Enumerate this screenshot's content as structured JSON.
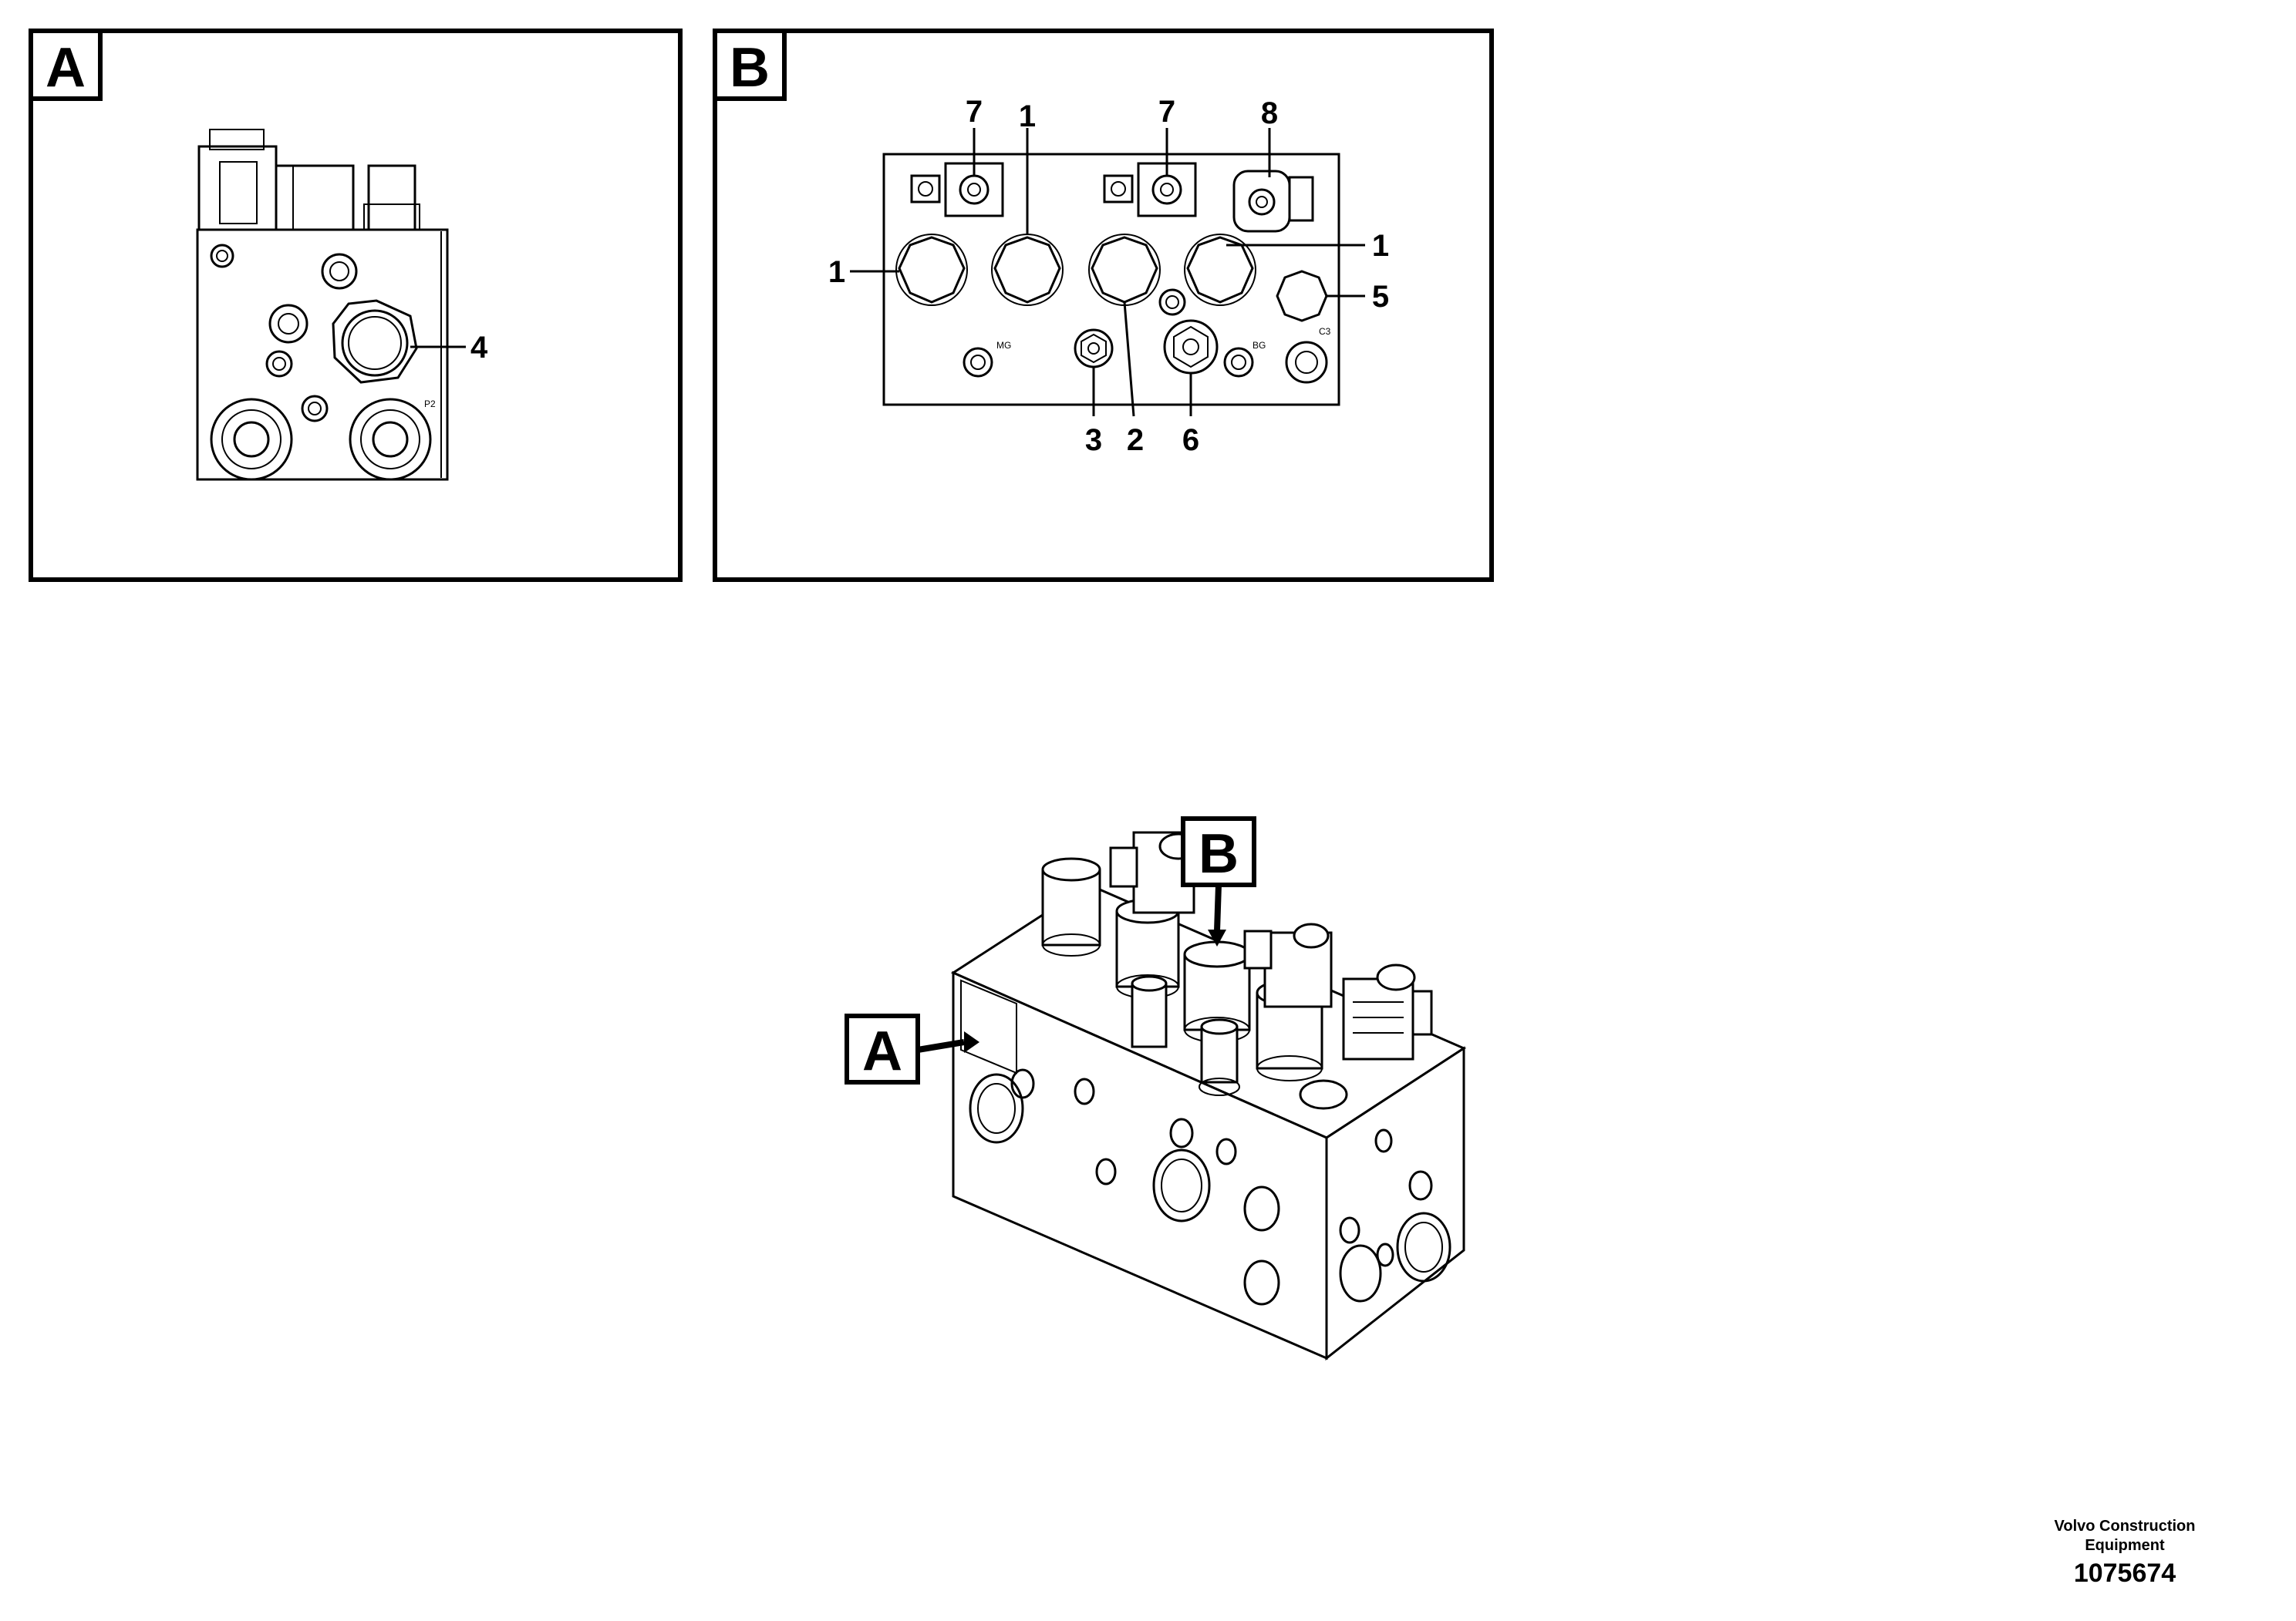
{
  "panel_a": {
    "letter": "A",
    "callouts": [
      "4"
    ],
    "port_label": "P2"
  },
  "panel_b": {
    "letter": "B",
    "callouts": [
      "7",
      "1",
      "7",
      "8",
      "1",
      "1",
      "5",
      "3",
      "2",
      "6"
    ],
    "port_labels": [
      "MG",
      "BG",
      "C3"
    ]
  },
  "main_view": {
    "pointer_a": "A",
    "pointer_b": "B"
  },
  "credit": {
    "company": "Volvo Construction Equipment",
    "part_number": "1075674"
  },
  "icons": [
    "hydraulic-valve-block",
    "solenoid-valve",
    "hex-plug",
    "port-bore"
  ]
}
